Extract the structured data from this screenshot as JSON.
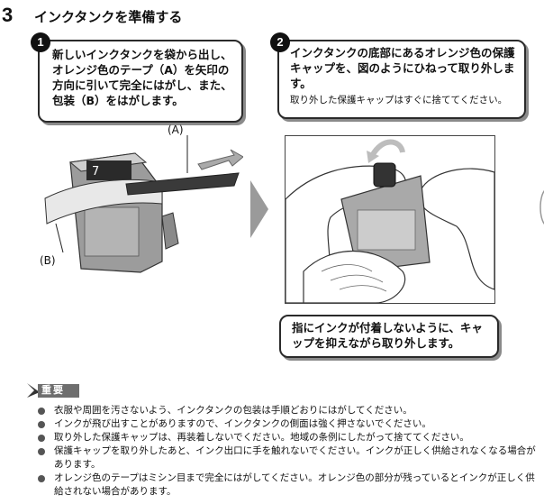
{
  "step": {
    "number": "3",
    "title": "インクタンクを準備する"
  },
  "callouts": {
    "one": {
      "badge": "1",
      "text": "新しいインクタンクを袋から出し、オレンジ色のテープ（A）を矢印の方向に引いて完全にはがし、また、包装（B）をはがします。"
    },
    "two": {
      "badge": "2",
      "text": "インクタンクの底部にあるオレンジ色の保護キャップを、図のようにひねって取り外します。",
      "subtext": "取り外した保護キャップはすぐに捨ててください。"
    },
    "three": {
      "text": "指にインクが付着しないように、キャップを抑えながら取り外します。"
    }
  },
  "labels": {
    "a": "(A)",
    "b": "(B)"
  },
  "caution": {
    "title": "重要",
    "items": [
      "衣服や周囲を汚さないよう、インクタンクの包装は手順どおりにはがしてください。",
      "インクが飛び出すことがありますので、インクタンクの側面は強く押さないでください。",
      "取り外した保護キャップは、再装着しないでください。地域の条例にしたがって捨ててください。",
      "保護キャップを取り外したあと、インク出口に手を触れないでください。インクが正しく供給されなくなる場合があります。",
      "オレンジ色のテープはミシン目まで完全にはがしてください。オレンジ色の部分が残っているとインクが正しく供給されない場合があります。"
    ]
  },
  "colors": {
    "badge": "#111111",
    "caution_bg": "#6e6e6e",
    "arrow": "#9a9a9a"
  }
}
